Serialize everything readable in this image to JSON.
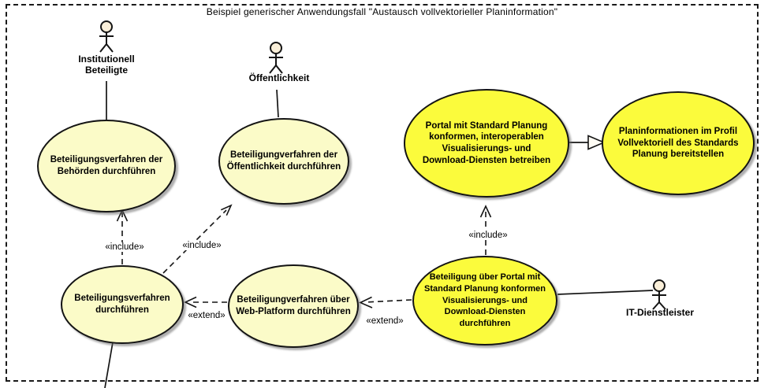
{
  "diagram": {
    "title": "Beispiel generischer Anwendungsfall \"Austausch vollvektorieller Planinformation\""
  },
  "colors": {
    "usecase_highlight_fill": "#FBFB3C",
    "usecase_normal_fill": "#FBFBC8",
    "stroke": "#141414",
    "actor_head_fill": "#FAEFD9"
  },
  "actors": [
    {
      "name": "Institutionell\nBeteiligte"
    },
    {
      "name": "Öffentlichkeit"
    },
    {
      "name": "IT-Dienstleister"
    }
  ],
  "usecases": [
    {
      "label": "Beteiligungsverfahren der\nBehörden durchführen",
      "fill": "#FBFBC8"
    },
    {
      "label": "Beteiligungverfahren der\nÖffentlichkeit durchführen",
      "fill": "#FBFBC8"
    },
    {
      "label": "Portal mit Standard Planung\nkonformen, interoperablen\nVisualisierungs- und\nDownload-Diensten betreiben",
      "fill": "#FBFB3C"
    },
    {
      "label": "Planinformationen im Profil\nVollvektoriell des Standards\nPlanung bereitstellen",
      "fill": "#FBFB3C"
    },
    {
      "label": "Beteiligungsverfahren\ndurchführen",
      "fill": "#FBFBC8"
    },
    {
      "label": "Beteiligungverfahren über\nWeb-Platform durchführen",
      "fill": "#FBFBC8"
    },
    {
      "label": "Beteiligung über Portal mit\nStandard Planung konformen\nVisualisierungs- und\nDownload-Diensten\ndurchführen",
      "fill": "#FBFB3C"
    }
  ],
  "edges": [
    {
      "type": "include",
      "label": "«include»"
    },
    {
      "type": "include",
      "label": "«include»"
    },
    {
      "type": "include",
      "label": "«include»"
    },
    {
      "type": "extend",
      "label": "«extend»"
    },
    {
      "type": "extend",
      "label": "«extend»"
    }
  ]
}
